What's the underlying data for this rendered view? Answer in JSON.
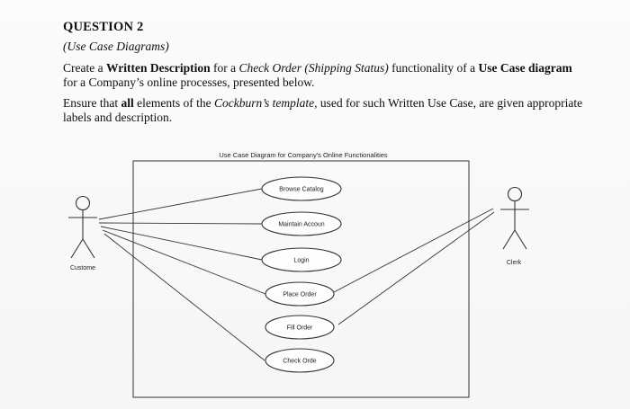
{
  "question": {
    "heading": "QUESTION 2",
    "subheading": "(Use Case Diagrams)",
    "paragraph1": {
      "t1": "Create a ",
      "t2": "Written Description",
      "t3": " for a ",
      "t4": "Check Order (Shipping Status)",
      "t5": " functionality of a ",
      "t6": "Use Case diagram",
      "t7": " for a Company’s online processes, presented below."
    },
    "paragraph2": {
      "t1": "Ensure that ",
      "t2": "all",
      "t3": " elements of the ",
      "t4": "Cockburn’s template",
      "t5": ", used for such Written Use Case, are given appropriate labels and description."
    }
  },
  "diagram": {
    "title": "Use Case Diagram for Company's Online Functionalities",
    "actors": {
      "customer": "Custome",
      "clerk": "Clerk"
    },
    "use_cases": [
      "Browse Catalog",
      "Maintain Accoun",
      "Login",
      "Place Order",
      "Fill Order",
      "Check Orde"
    ]
  }
}
